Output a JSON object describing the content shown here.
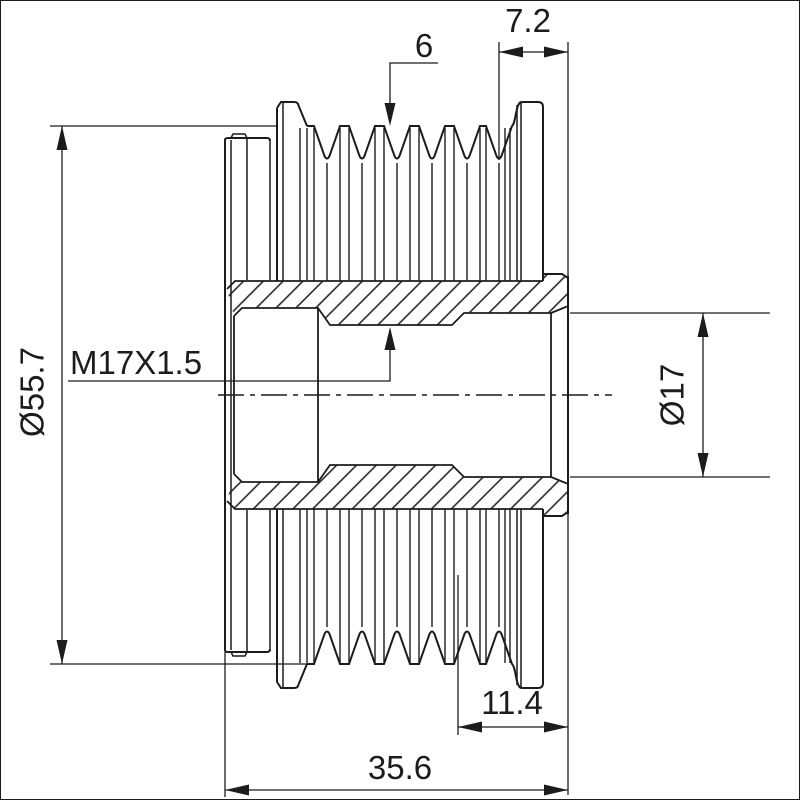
{
  "drawing": {
    "colors": {
      "background": "#ffffff",
      "line": "#1c1c1c"
    },
    "labels": {
      "groove_pitch": "6",
      "top_width": "7.2",
      "outer_diameter": "Ø55.7",
      "thread_spec": "M17X1.5",
      "bore_diameter": "Ø17",
      "hub_offset": "11.4",
      "overall_width": "35.6"
    }
  }
}
